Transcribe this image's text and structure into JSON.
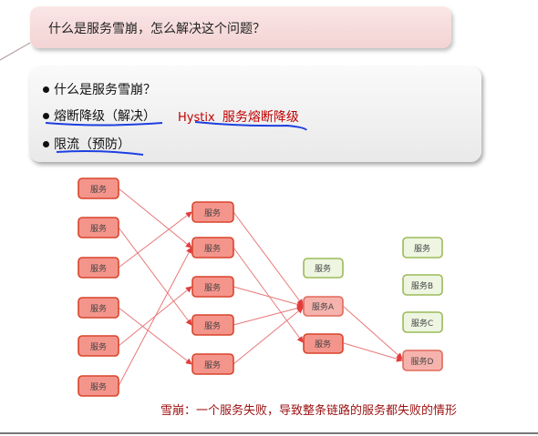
{
  "question": "什么是服务雪崩，怎么解决这个问题？",
  "points": [
    "什么是服务雪崩？",
    "熔断降级（解决）",
    "限流（预防）"
  ],
  "note": {
    "prefix": "Hystix",
    "emphasis": "服务熔断降级"
  },
  "nodes": {
    "generic": "服务",
    "a": "服务A",
    "b": "服务B",
    "c": "服务C",
    "d": "服务D"
  },
  "caption": "雪崩：一个服务失败，导致整条链路的服务都失败的情形",
  "colors": {
    "failed_fill": "#f4958c",
    "failed_border": "#d9442b",
    "ok_fill": "#eef5e1",
    "ok_border": "#9bbb59",
    "arrow": "#e23c3c",
    "pen": "#1d3fe0"
  }
}
